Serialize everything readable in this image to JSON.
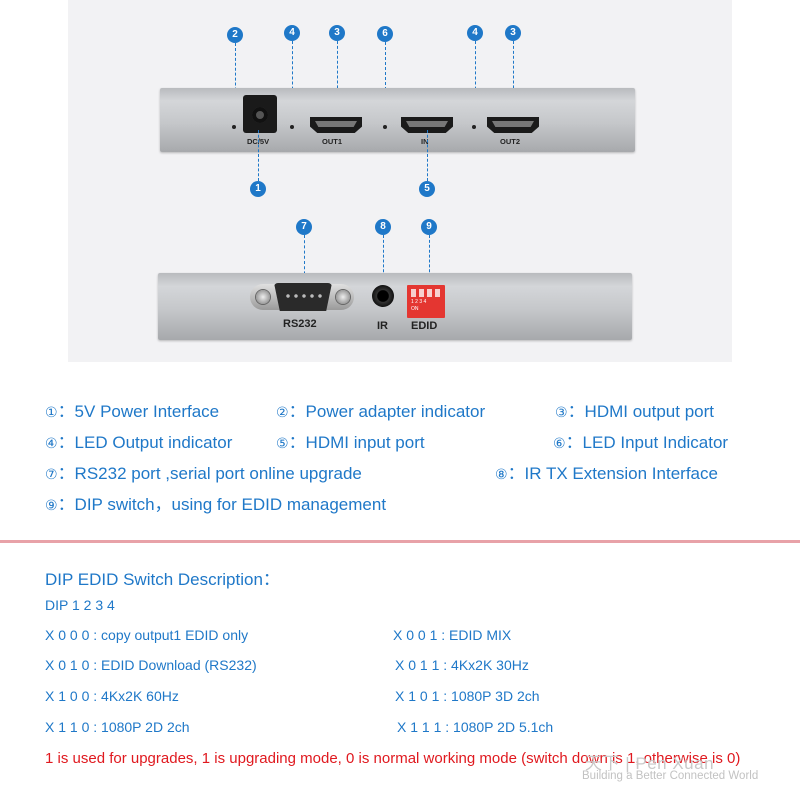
{
  "device_top": {
    "port_labels": {
      "dc": "DC/5V",
      "out1": "OUT1",
      "in": "IN",
      "out2": "OUT2"
    },
    "callouts": [
      "2",
      "4",
      "3",
      "6",
      "4",
      "3",
      "1",
      "5"
    ]
  },
  "device_bottom": {
    "port_labels": {
      "rs232": "RS232",
      "ir": "IR",
      "edid": "EDID"
    },
    "dip_numbers": "1 2 3 4",
    "dip_on": "ON",
    "callouts": [
      "7",
      "8",
      "9"
    ]
  },
  "legend": [
    {
      "num": "①",
      "text": "：5V Power Interface"
    },
    {
      "num": "②",
      "text": "：Power adapter indicator"
    },
    {
      "num": "③",
      "text": "：HDMI output port"
    },
    {
      "num": "④",
      "text": "：LED Output indicator"
    },
    {
      "num": "⑤",
      "text": "：HDMI input port"
    },
    {
      "num": "⑥",
      "text": "：LED Input Indicator"
    },
    {
      "num": "⑦",
      "text": "：RS232 port ,serial port online upgrade"
    },
    {
      "num": "⑧",
      "text": "：IR TX Extension Interface"
    },
    {
      "num": "⑨",
      "text": "：DIP switch，using for EDID management"
    }
  ],
  "dip": {
    "title": "DIP EDID Switch Description：",
    "subtitle": "DIP 1 2 3 4",
    "rows": [
      "X 0 0 0 : copy output1 EDID only",
      "X 0 0 1 : EDID MIX",
      "X 0 1 0 : EDID Download (RS232)",
      "X 0 1 1 : 4Kx2K 30Hz",
      "X 1 0 0 : 4Kx2K 60Hz",
      "X 1 0 1 : 1080P 3D 2ch",
      "X 1 1 0 : 1080P 2D 2ch",
      "X 1 1 1 : 1080P 2D 5.1ch"
    ],
    "note": "1 is used for upgrades, 1 is upgrading mode, 0 is normal working mode (switch down is 1, otherwise is 0)"
  },
  "watermark": {
    "logo": "天下 | Pen Xuan",
    "tagline": "Building a Better Connected World"
  },
  "colors": {
    "accent": "#1f78c8",
    "warning": "#e0191f",
    "divider": "#e8a2a8",
    "dip_switch": "#e43631"
  }
}
